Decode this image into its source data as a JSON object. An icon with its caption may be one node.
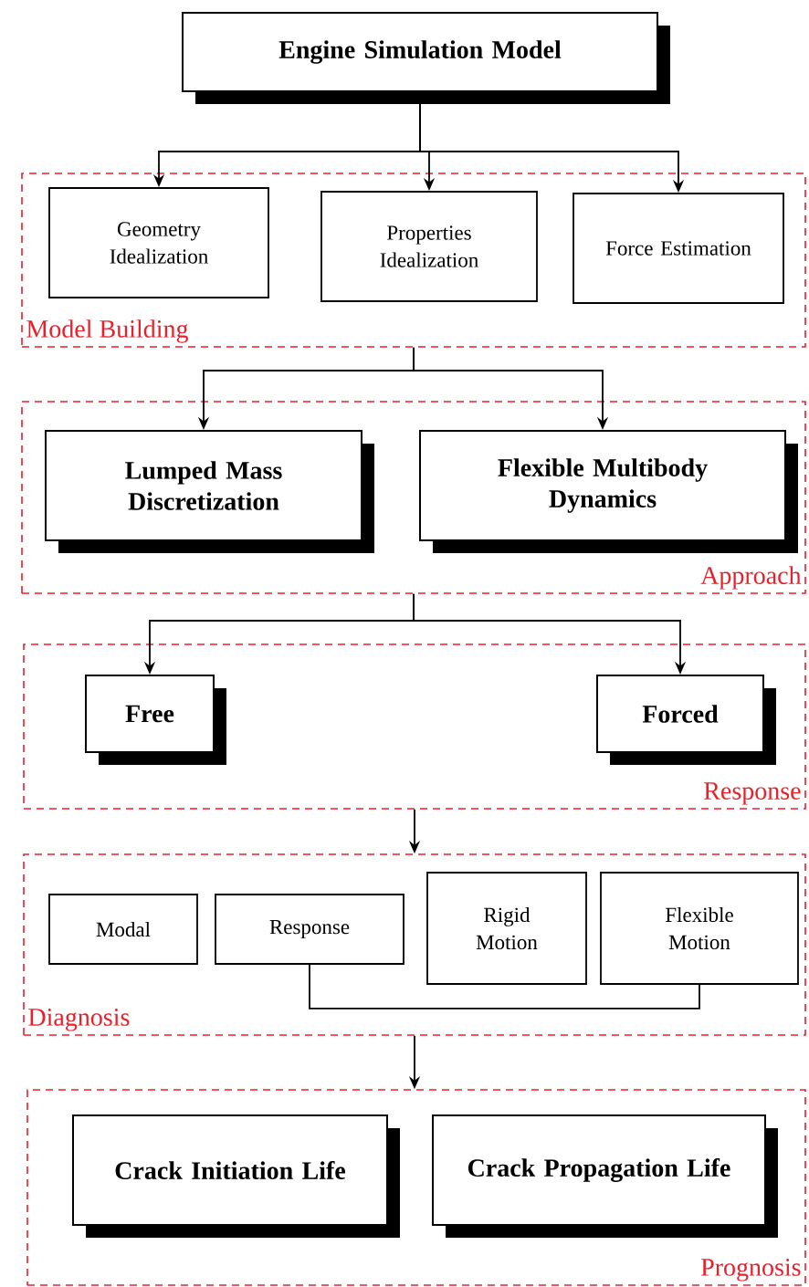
{
  "diagram": {
    "nodes": [
      {
        "text": [
          "Engine Simulation Model"
        ]
      },
      {
        "text": [
          "Model Building"
        ]
      },
      {
        "text": [
          "Geometry Idealization"
        ],
        "in": 1
      },
      {
        "text": [
          "Properties Idealization"
        ],
        "in": 1
      },
      {
        "text": [
          "Force Estimation"
        ],
        "in": 1
      },
      {
        "text": [
          "Approach"
        ]
      },
      {
        "text": [
          "Lumped Mass Discretization"
        ],
        "in": 5
      },
      {
        "text": [
          "Flexible Multibody Dynamics"
        ],
        "in": 5
      },
      {
        "text": [
          "Response"
        ]
      },
      {
        "text": [
          "Free"
        ],
        "in": 8
      },
      {
        "text": [
          "Forced"
        ],
        "in": 8
      },
      {
        "text": [
          "Diagnosis"
        ]
      },
      {
        "text": [
          "Modal"
        ],
        "in": 11
      },
      {
        "text": [
          "Response"
        ],
        "in": 11
      },
      {
        "text": [
          "Rigid Motion"
        ],
        "in": 11
      },
      {
        "text": [
          "Flexible Motion"
        ],
        "in": 11
      },
      {
        "text": [
          "Prognosis"
        ]
      },
      {
        "text": [
          "Crack Initiation Life"
        ],
        "in": 16
      },
      {
        "text": [
          "Crack Propagation Life"
        ],
        "in": 16
      }
    ],
    "edges": [
      {
        "from": 0,
        "to": 2,
        "arrow": "to"
      },
      {
        "from": 0,
        "to": 3,
        "arrow": "to"
      },
      {
        "from": 0,
        "to": 4,
        "arrow": "to"
      },
      {
        "from": 1,
        "to": 6,
        "arrow": "to"
      },
      {
        "from": 1,
        "to": 7,
        "arrow": "to"
      },
      {
        "from": 5,
        "to": 9,
        "arrow": "to"
      },
      {
        "from": 5,
        "to": 10,
        "arrow": "to"
      },
      {
        "from": 8,
        "to": 11,
        "arrow": "to"
      },
      {
        "from": 11,
        "to": 16,
        "arrow": "to"
      },
      {
        "from": 13,
        "to": 15,
        "arrow": "none"
      }
    ]
  }
}
